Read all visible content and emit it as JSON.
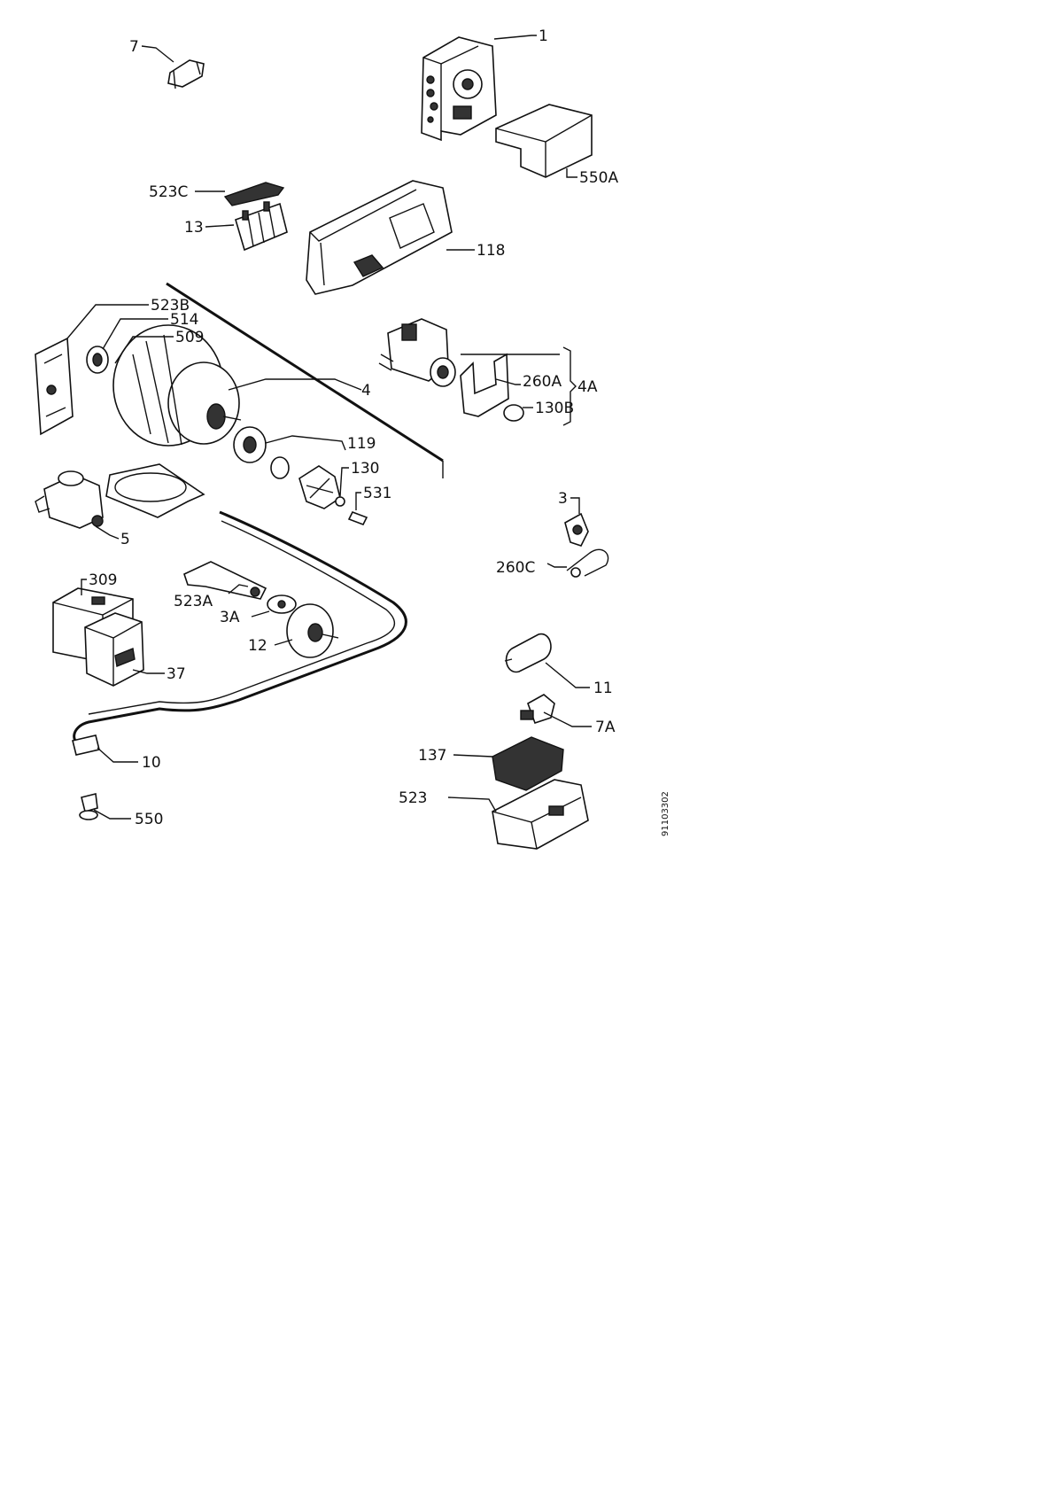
{
  "diagram": {
    "drawing_code": "91103302",
    "callouts": [
      "1",
      "550A",
      "7",
      "523C",
      "13",
      "118",
      "523B",
      "514",
      "509",
      "4",
      "260A",
      "4A",
      "130B",
      "119",
      "130",
      "531",
      "5",
      "3",
      "260C",
      "309",
      "523A",
      "3A",
      "12",
      "37",
      "11",
      "7A",
      "137",
      "10",
      "523",
      "550"
    ]
  }
}
